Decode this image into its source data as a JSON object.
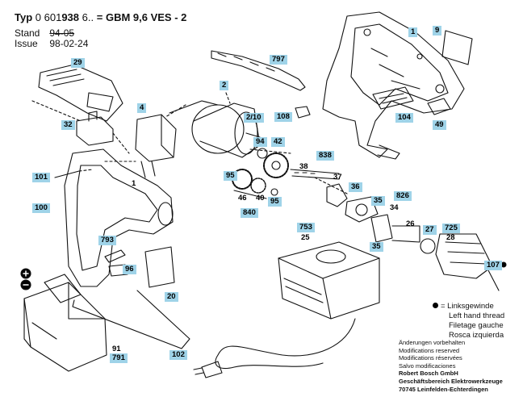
{
  "header": {
    "typ_label": "Typ",
    "typ_prefix": "0 601",
    "typ_code": "938",
    "typ_suffix": "6..",
    "typ_equals": "=",
    "model": "GBM 9,6 VES - 2",
    "stand_label": "Stand",
    "stand_value": "94-05",
    "issue_label": "Issue",
    "issue_value": "98-02-24"
  },
  "parts": [
    {
      "id": "p9",
      "label": "9"
    },
    {
      "id": "p1a",
      "label": "1"
    },
    {
      "id": "p797",
      "label": "797"
    },
    {
      "id": "p29",
      "label": "29"
    },
    {
      "id": "p2",
      "label": "2"
    },
    {
      "id": "p210",
      "label": "2/10"
    },
    {
      "id": "p108",
      "label": "108"
    },
    {
      "id": "p104",
      "label": "104"
    },
    {
      "id": "p49",
      "label": "49"
    },
    {
      "id": "p4",
      "label": "4"
    },
    {
      "id": "p32",
      "label": "32"
    },
    {
      "id": "p94",
      "label": "94"
    },
    {
      "id": "p42",
      "label": "42"
    },
    {
      "id": "p838",
      "label": "838"
    },
    {
      "id": "p38",
      "label": "38"
    },
    {
      "id": "p37",
      "label": "37"
    },
    {
      "id": "p101",
      "label": "101"
    },
    {
      "id": "p1b",
      "label": "1"
    },
    {
      "id": "p95a",
      "label": "95"
    },
    {
      "id": "p36",
      "label": "36"
    },
    {
      "id": "p826",
      "label": "826"
    },
    {
      "id": "p35a",
      "label": "35"
    },
    {
      "id": "p34",
      "label": "34"
    },
    {
      "id": "p46",
      "label": "46"
    },
    {
      "id": "p40",
      "label": "40"
    },
    {
      "id": "p95b",
      "label": "95"
    },
    {
      "id": "p100",
      "label": "100"
    },
    {
      "id": "p840",
      "label": "840"
    },
    {
      "id": "p26",
      "label": "26"
    },
    {
      "id": "p753",
      "label": "753"
    },
    {
      "id": "p25",
      "label": "25"
    },
    {
      "id": "p27",
      "label": "27"
    },
    {
      "id": "p725",
      "label": "725"
    },
    {
      "id": "p28",
      "label": "28"
    },
    {
      "id": "p793",
      "label": "793"
    },
    {
      "id": "p35b",
      "label": "35"
    },
    {
      "id": "p96",
      "label": "96"
    },
    {
      "id": "p107",
      "label": "107"
    },
    {
      "id": "p20",
      "label": "20"
    },
    {
      "id": "p91",
      "label": "91"
    },
    {
      "id": "p791",
      "label": "791"
    },
    {
      "id": "p102",
      "label": "102"
    }
  ],
  "legend": {
    "lines": [
      "= Linksgewinde",
      "Left hand thread",
      "Filetage gauche",
      "Rosca izquierda"
    ]
  },
  "footer": {
    "lines": [
      "Änderungen vorbehalten",
      "Modifications reserved",
      "Modifications réservées",
      "Salvo modificaciones",
      "Robert Bosch GmbH",
      "Geschäftsbereich Elektrowerkzeuge",
      "70745 Leinfelden-Echterdingen"
    ]
  },
  "colors": {
    "label_fill": "#9fd3e8",
    "ink": "#111111"
  }
}
